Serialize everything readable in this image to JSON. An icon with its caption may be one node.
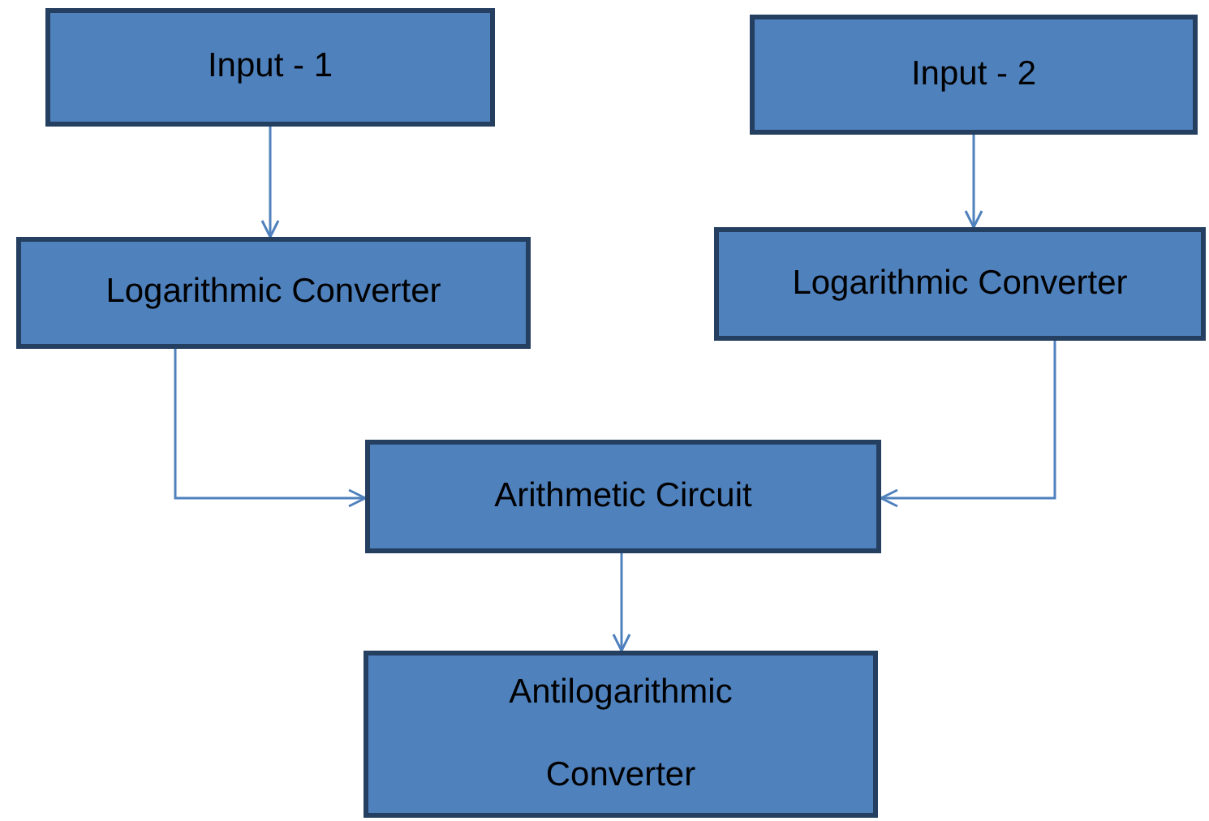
{
  "diagram": {
    "nodes": [
      {
        "text": [
          "Input - 1"
        ]
      },
      {
        "text": [
          "Input - 2"
        ]
      },
      {
        "text": [
          "Logarithmic Converter"
        ]
      },
      {
        "text": [
          "Logarithmic Converter"
        ]
      },
      {
        "text": [
          "Arithmetic Circuit"
        ]
      },
      {
        "text": [
          "Antilogarithmic Converter"
        ]
      }
    ],
    "edges": [
      {
        "from": 0,
        "to": 2,
        "arrow": "to"
      },
      {
        "from": 1,
        "to": 3,
        "arrow": "to"
      },
      {
        "from": 2,
        "to": 4,
        "arrow": "to"
      },
      {
        "from": 3,
        "to": 4,
        "arrow": "to"
      },
      {
        "from": 4,
        "to": 5,
        "arrow": "to"
      }
    ]
  }
}
